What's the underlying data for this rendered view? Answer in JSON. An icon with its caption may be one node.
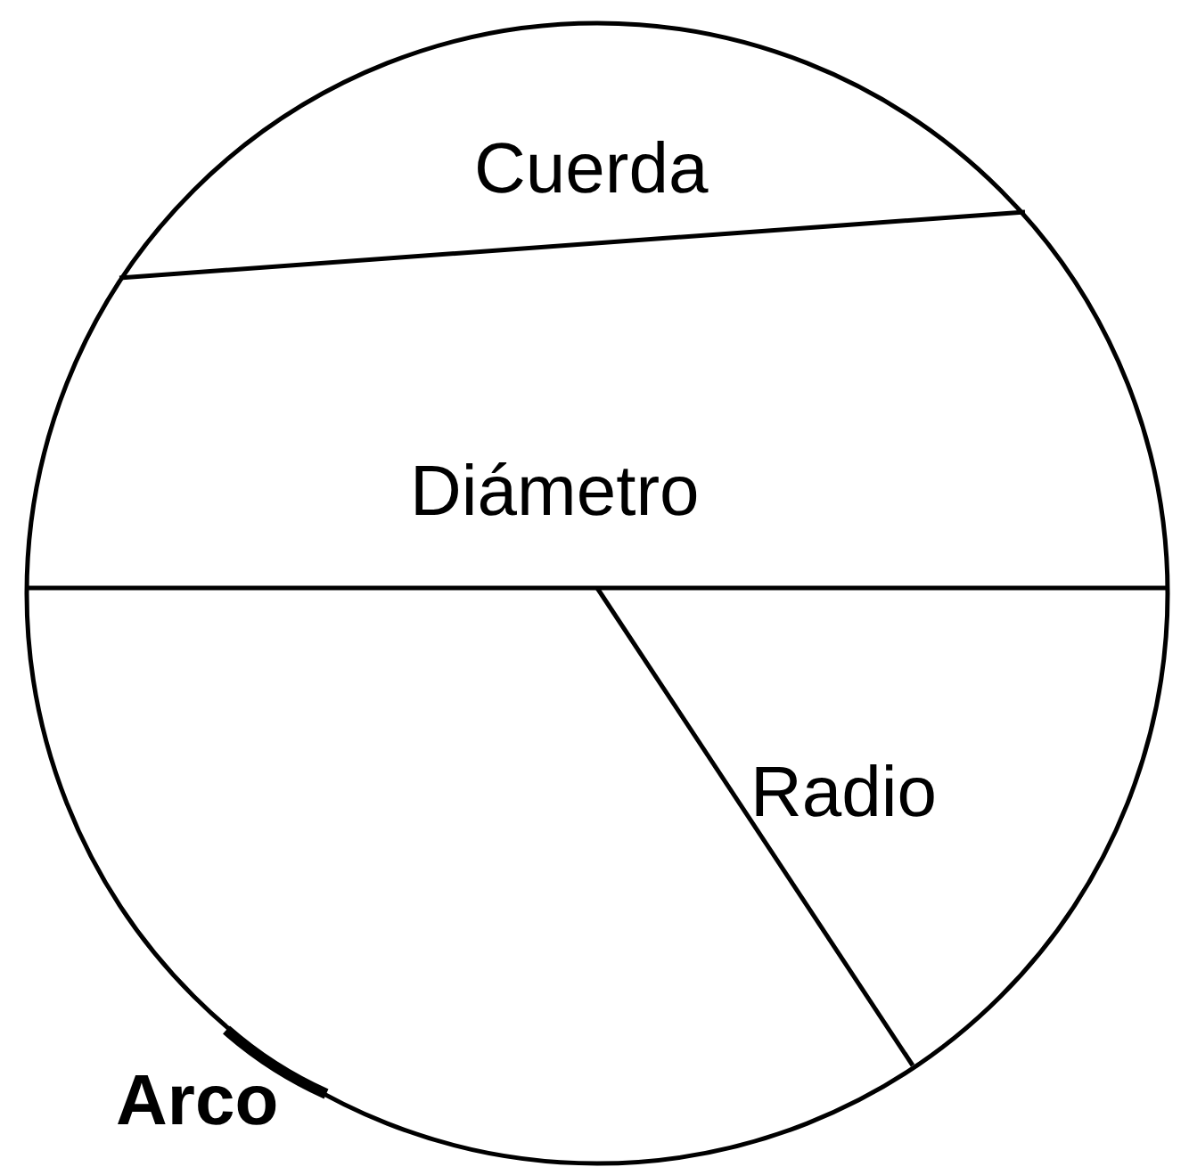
{
  "diagram": {
    "labels": [
      "Cuerda",
      "Diámetro",
      "Radio",
      "Arco"
    ]
  }
}
